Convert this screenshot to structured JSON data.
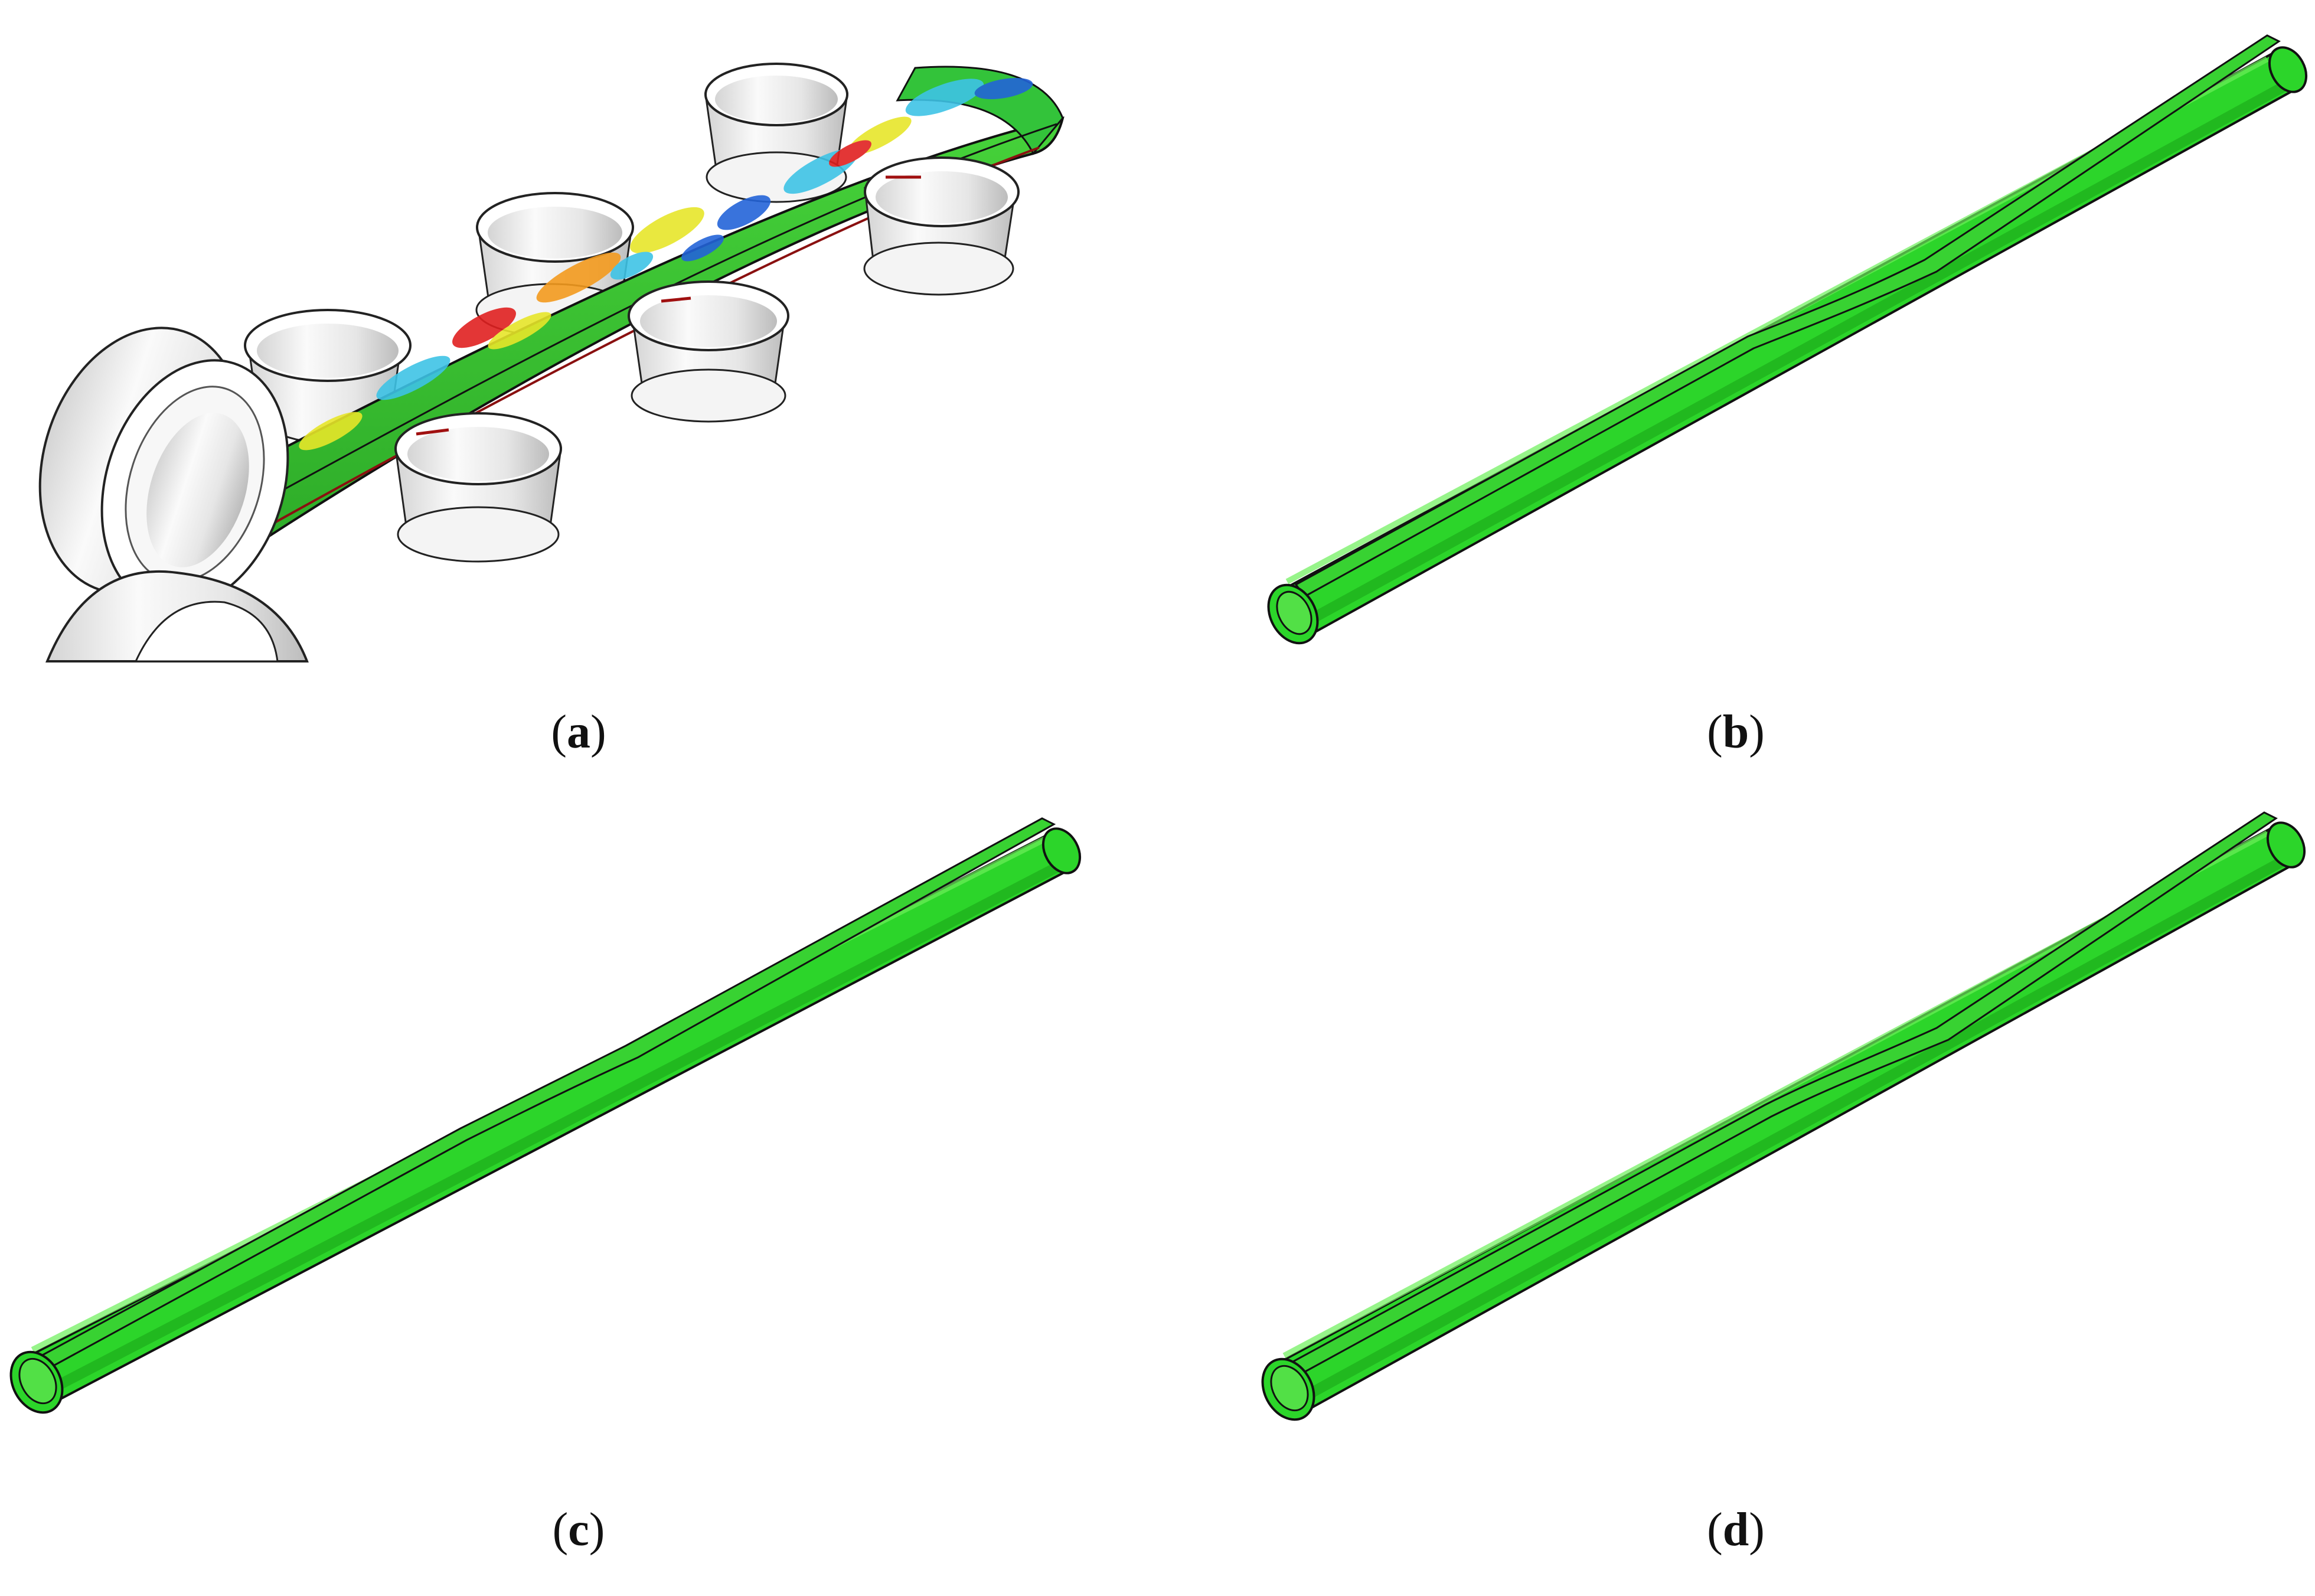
{
  "figure": {
    "panels": [
      {
        "id": "a",
        "label": "a",
        "content": "roll-forming-stations-with-stress-contour"
      },
      {
        "id": "b",
        "label": "b",
        "content": "formed-tube"
      },
      {
        "id": "c",
        "label": "c",
        "content": "formed-tube"
      },
      {
        "id": "d",
        "label": "d",
        "content": "formed-tube"
      }
    ]
  },
  "colors": {
    "tube_fill": "#2cd52a",
    "tube_shade": "#1aa818",
    "tube_highlight": "#6cf05a",
    "edge": "#111111",
    "roll_fill": "#f2f2f2",
    "roll_shade": "#c9c9c9",
    "contour_red": "#e02020",
    "contour_orange": "#f39a1d",
    "contour_yellow": "#e7e62a",
    "contour_cyan": "#3ec3e6",
    "contour_blue": "#2364d8"
  }
}
